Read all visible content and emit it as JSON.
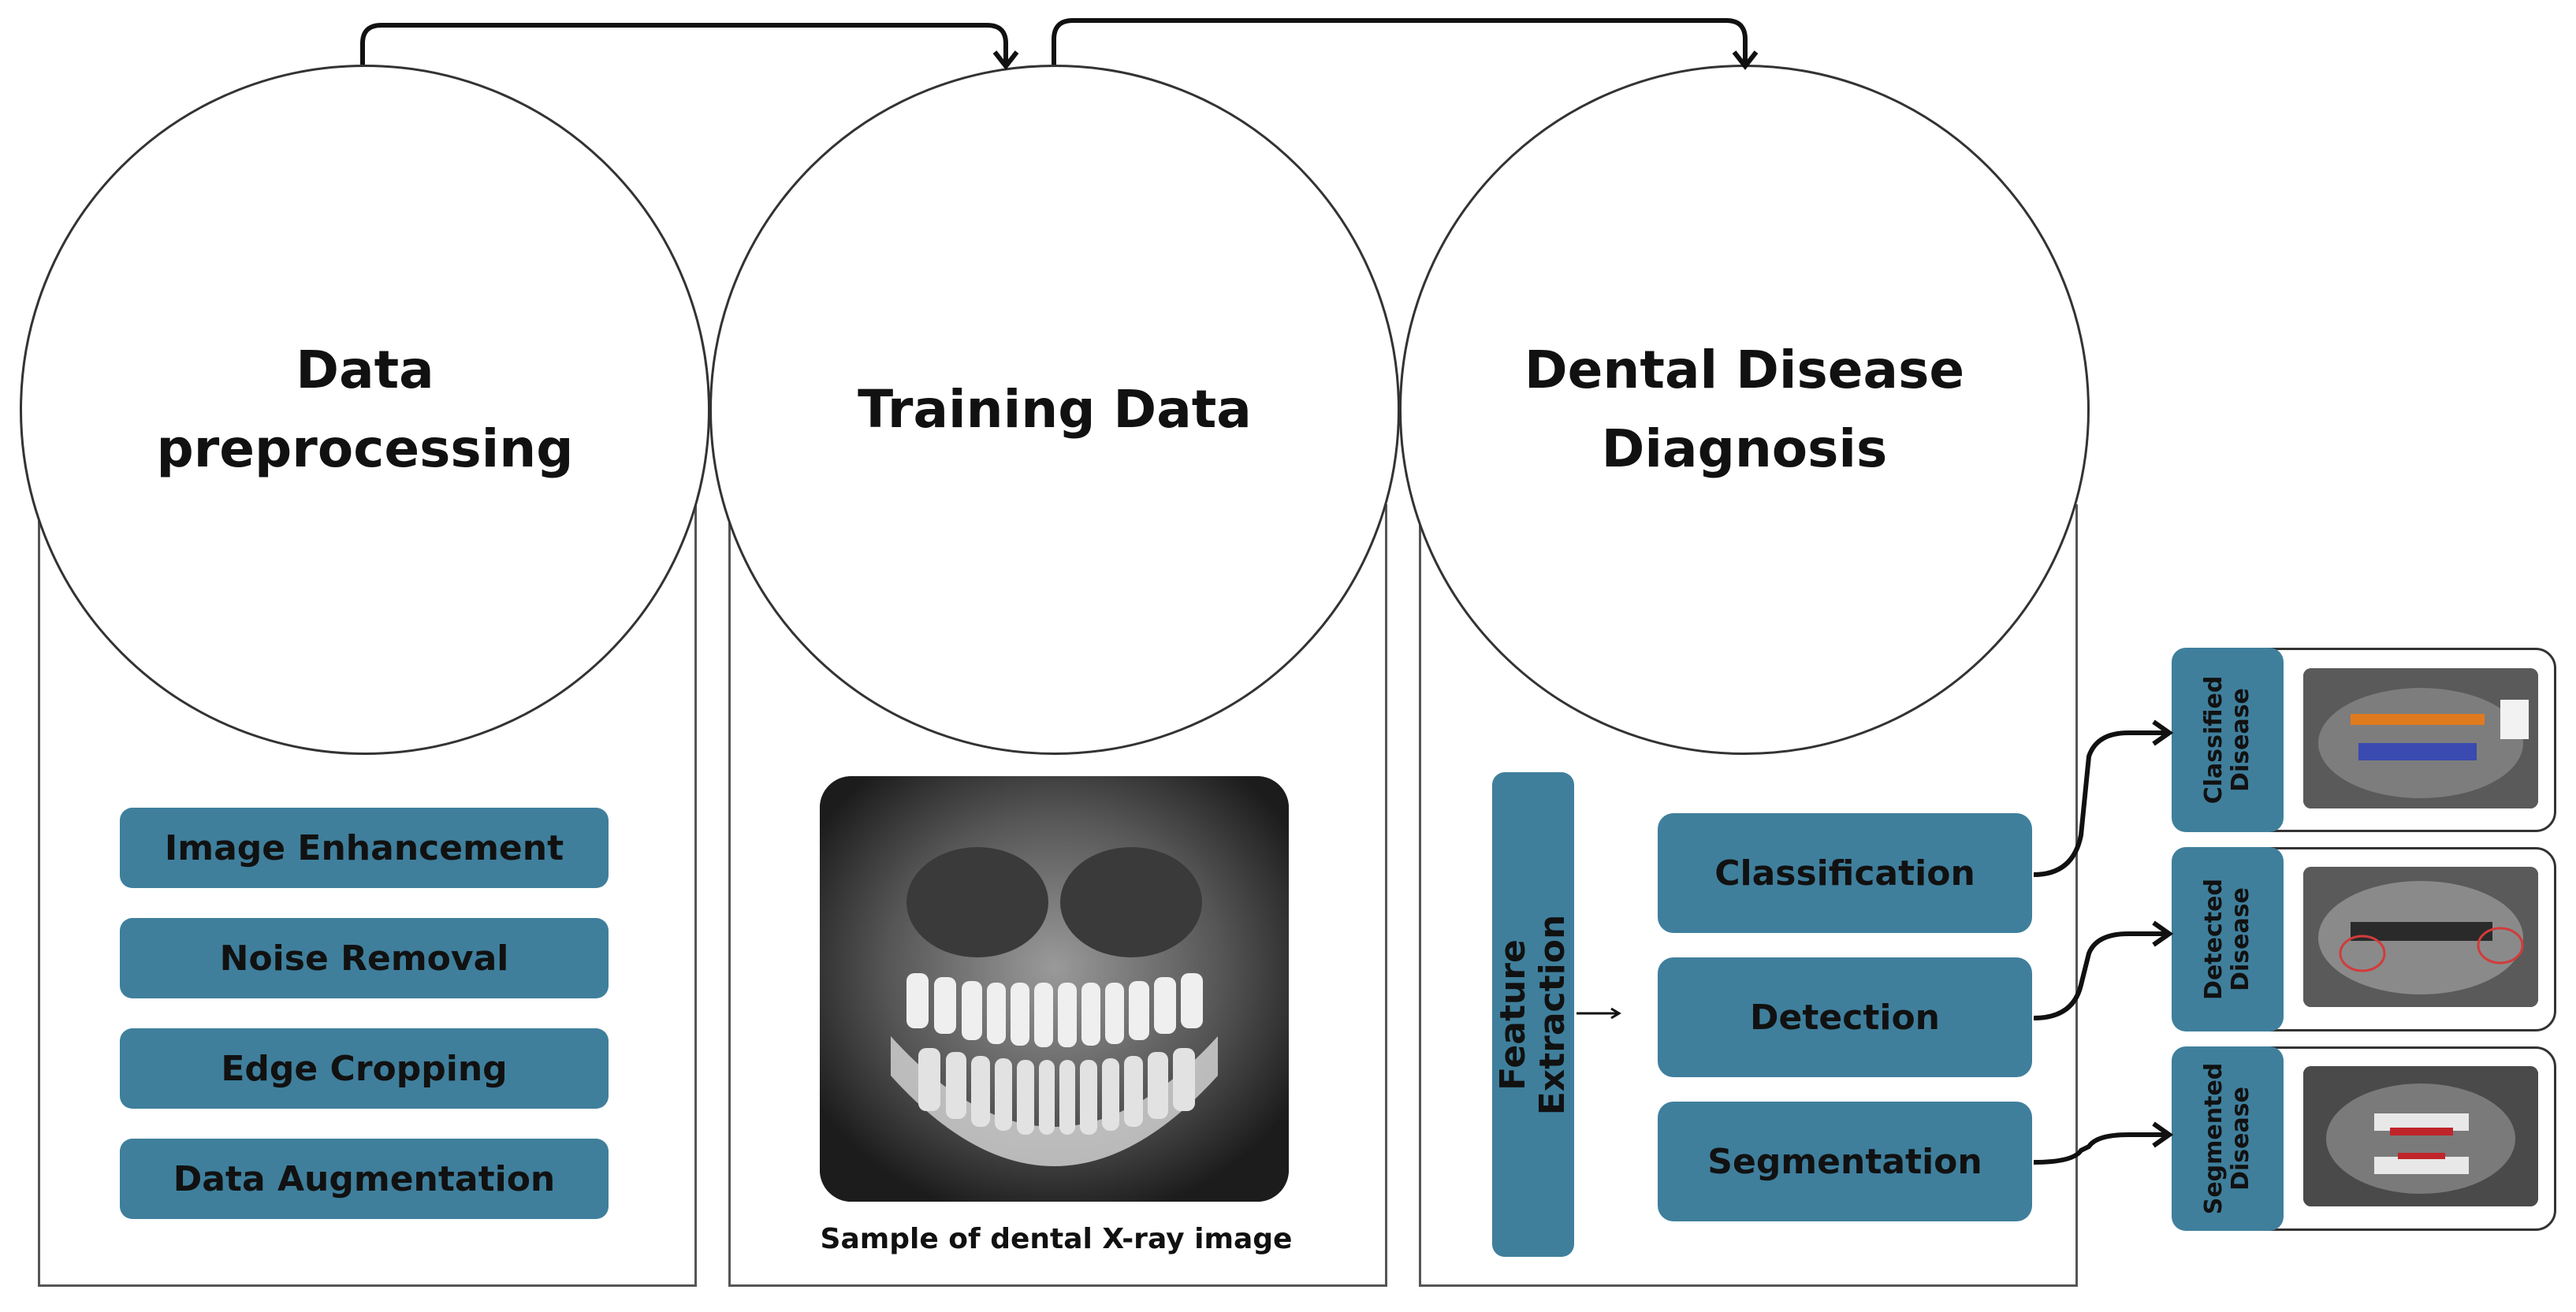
{
  "stages": {
    "preprocessing": {
      "title": "Data\npreprocessing"
    },
    "training": {
      "title": "Training Data",
      "caption": "Sample of dental X-ray image"
    },
    "diagnosis": {
      "title": "Dental Disease\nDiagnosis"
    }
  },
  "preprocessing_steps": [
    "Image Enhancement",
    "Noise Removal",
    "Edge Cropping",
    "Data Augmentation"
  ],
  "feature_extraction": "Feature Extraction",
  "tasks": [
    "Classification",
    "Detection",
    "Segmentation"
  ],
  "outputs": [
    "Classified\nDisease",
    "Detected\nDisease",
    "Segmented\nDisease"
  ],
  "colors": {
    "box_fill": "#3f7f9c",
    "outline": "#333333"
  }
}
